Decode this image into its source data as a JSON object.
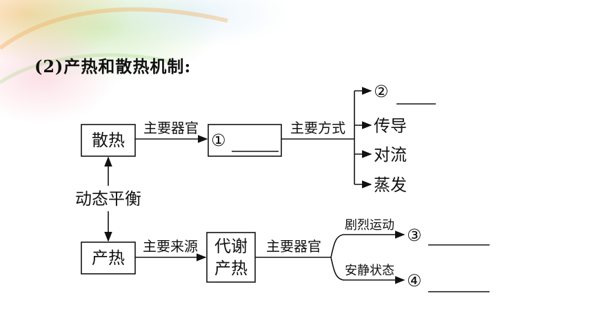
{
  "title": "(2)产热和散热机制:",
  "nodes": {
    "heat_dissipation": "散热",
    "heat_production": "产热",
    "balance": "动态平衡",
    "blank1": "①",
    "metabolism_line1": "代谢",
    "metabolism_line2": "产热",
    "blank2": "②",
    "conduction": "传导",
    "convection": "对流",
    "evaporation": "蒸发",
    "blank3": "③",
    "blank4": "④"
  },
  "edges": {
    "main_organ_top": "主要器官",
    "main_method": "主要方式",
    "main_source": "主要来源",
    "main_organ_bottom": "主要器官",
    "exercise": "剧烈运动",
    "rest": "安静状态"
  },
  "colors": {
    "ink": "#111111",
    "decor_orange": "#f7a24a",
    "decor_green": "#a9d98a",
    "decor_pink": "#f6b7c2"
  }
}
